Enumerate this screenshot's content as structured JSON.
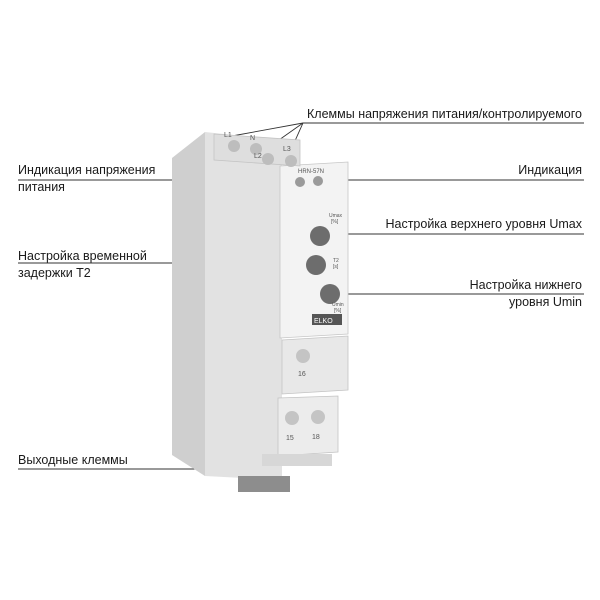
{
  "callouts": {
    "supply_terminals": "Клеммы напряжения питания/контролируемого",
    "indication": "Индикация",
    "umax": "Настройка верхнего уровня Umax",
    "umin_line1": "Настройка нижнего",
    "umin_line2": "уровня Umin",
    "power_ind_line1": "Индикация напряжения",
    "power_ind_line2": "питания",
    "delay_line1": "Настройка временной",
    "delay_line2": "задержки T2",
    "outputs": "Выходные клеммы"
  },
  "device": {
    "model": "HRN-57N",
    "brand": "ELKO",
    "terminal_top": [
      "L1",
      "N",
      "L2",
      "L3"
    ],
    "terminal_mid": "16",
    "terminal_bottom": [
      "15",
      "18"
    ],
    "umax_label": "Umax",
    "umax_unit": "[%]",
    "umin_label": "Umin",
    "umin_unit": "[%]",
    "delay_label": "T2",
    "delay_unit": "[s]"
  },
  "colors": {
    "leader_line": "#333333",
    "housing": "#e6e6e6",
    "housing_shadow": "#cfcfcf",
    "face": "#f3f3f3",
    "knob": "#6d6d6d",
    "led": "#9a9a9a"
  }
}
